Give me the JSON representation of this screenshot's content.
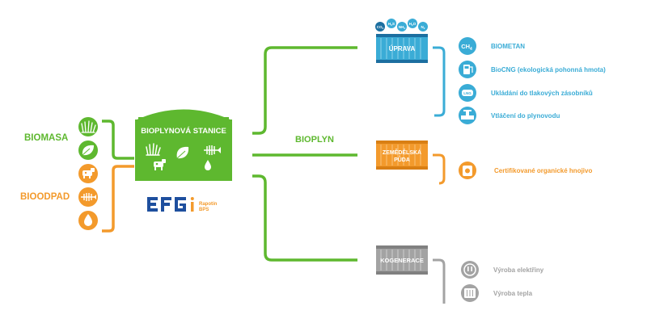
{
  "colors": {
    "green": "#5eb82f",
    "orange": "#f39a2c",
    "blue": "#3aacd6",
    "blue_dark": "#1c6fa0",
    "gray": "#a3a3a3",
    "gray_dark": "#808080"
  },
  "left": {
    "biomasa_label": "BIOMASA",
    "bioodpad_label": "BIOODPAD",
    "icons": [
      "grass-icon",
      "leaves-icon",
      "cow-icon",
      "fish-bone-icon",
      "drop-icon"
    ]
  },
  "station": {
    "title": "BIOPLYNOVÁ STANICE",
    "icons": [
      "grass-icon",
      "leaves-icon",
      "fish-bone-icon",
      "cow-icon",
      "drop-icon"
    ]
  },
  "logo": {
    "brand": "EFG",
    "sub_line1": "Rapotín",
    "sub_line2": "BPS"
  },
  "center_label": "BIOPLYN",
  "uprava": {
    "label": "ÚPRAVA",
    "gases": [
      {
        "base": "CO",
        "sub": "2"
      },
      {
        "base": "H",
        "sub": "2",
        "tail": "S"
      },
      {
        "base": "NH",
        "sub": "3"
      },
      {
        "base": "H",
        "sub": "2",
        "tail": "O"
      },
      {
        "base": "N",
        "sub": "2"
      }
    ],
    "outputs": [
      {
        "icon": "ch4-icon",
        "label": "BIOMETAN"
      },
      {
        "icon": "fuel-pump-icon",
        "label": "BioCNG (ekologická pohonná hmota)"
      },
      {
        "icon": "lng-tank-icon",
        "label": "Ukládání do tlakových zásobníků"
      },
      {
        "icon": "pipeline-valve-icon",
        "label": "Vtláčení do plynovodu"
      }
    ],
    "ch4_base": "CH",
    "ch4_sub": "4",
    "lng_text": "LNG"
  },
  "puda": {
    "label_line1": "ZEMĚDĚLSKÁ",
    "label_line2": "PŮDA",
    "output": {
      "icon": "fertilizer-icon",
      "label": "Certifikované organické hnojivo"
    }
  },
  "kogenerace": {
    "label": "KOGENERACE",
    "outputs": [
      {
        "icon": "power-plug-icon",
        "label": "Výroba elektřiny"
      },
      {
        "icon": "radiator-icon",
        "label": "Výroba tepla"
      }
    ]
  }
}
